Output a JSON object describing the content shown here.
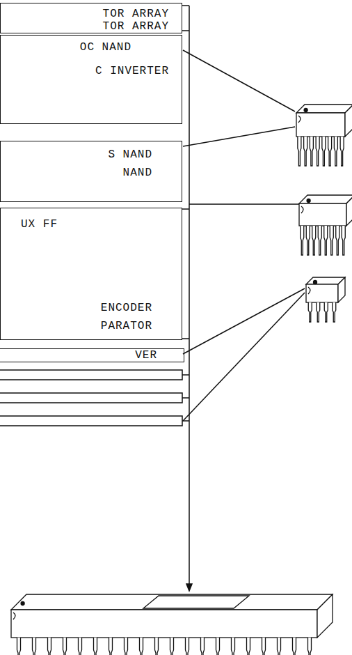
{
  "diagram": {
    "nodes": [
      {
        "text": [
          "TOR ARRAY",
          "TOR ARRAY"
        ]
      },
      {
        "text": [
          "OC NAND",
          "C INVERTER"
        ]
      },
      {
        "text": [
          "S NAND",
          "NAND"
        ]
      },
      {
        "text": [
          "UX FF",
          "ENCODER",
          "PARATOR"
        ]
      },
      {
        "text": [
          "VER"
        ]
      }
    ]
  }
}
